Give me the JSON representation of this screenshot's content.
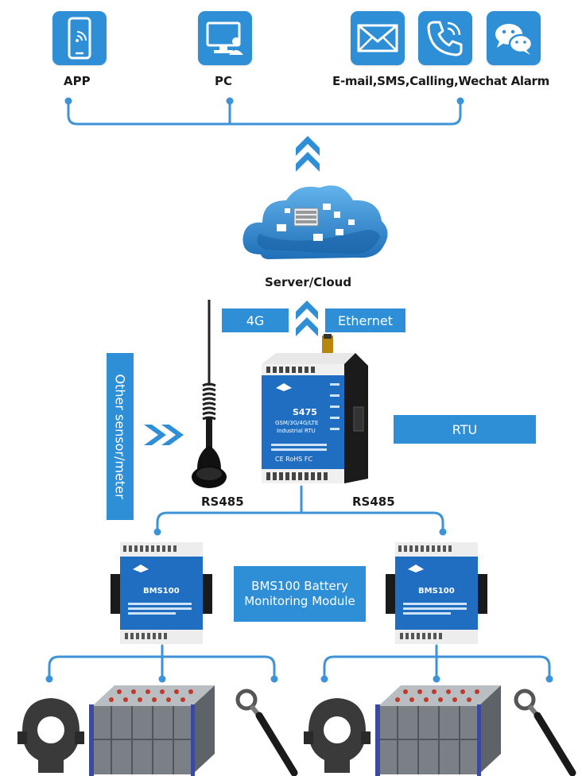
{
  "colors": {
    "accent": "#2e8fd6",
    "wire": "#3d93d8",
    "text": "#1a1a1a"
  },
  "top_icons": [
    {
      "name": "smartphone-icon",
      "label": "APP"
    },
    {
      "name": "pc-monitor-icon",
      "label": "PC"
    },
    {
      "name": "email-icon",
      "label": ""
    },
    {
      "name": "phone-call-icon",
      "label": ""
    },
    {
      "name": "wechat-icon",
      "label": ""
    }
  ],
  "labels": {
    "app": "APP",
    "pc": "PC",
    "alarm": "E-mail,SMS,Calling,Wechat Alarm",
    "server": "Server/Cloud",
    "fourg": "4G",
    "ethernet": "Ethernet",
    "other_sensor": "Other sensor/meter",
    "rtu": "RTU",
    "rs485_left": "RS485",
    "rs485_right": "RS485",
    "bms": "BMS100 Battery Monitoring Module"
  },
  "device_text": {
    "rtu_model": "S475",
    "rtu_sub1": "GSM/3G/4G/LTE",
    "rtu_sub2": "Industrial RTU",
    "rtu_cert": "CE RoHS FC",
    "bms_model": "BMS100"
  }
}
